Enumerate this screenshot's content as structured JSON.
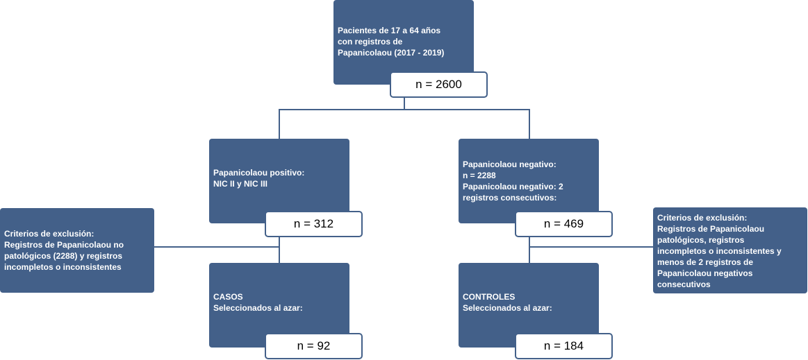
{
  "top": {
    "lines": [
      "Pacientes de 17 a 64 años",
      "con registros de",
      "Papanicolaou (2017 - 2019)"
    ],
    "n": "n = 2600"
  },
  "positive": {
    "lines": [
      "Papanicolaou positivo:",
      "NIC II y NIC III"
    ],
    "n": "n = 312"
  },
  "negative": {
    "lines": [
      "Papanicolaou negativo:",
      "n = 2288",
      "Papanicolaou negativo: 2",
      "registros consecutivos:"
    ],
    "n": "n = 469"
  },
  "exclusion_left": {
    "lines": [
      "Criterios de exclusión:",
      "Registros de Papanicolaou no",
      "patológicos (2288) y registros",
      "incompletos o inconsistentes"
    ]
  },
  "exclusion_right": {
    "lines": [
      "Criterios de exclusión:",
      "Registros de Papanicolaou",
      "patológicos, registros",
      "incompletos o inconsistentes y",
      "menos de 2 registros de",
      "Papanicolaou negativos",
      "consecutivos"
    ]
  },
  "cases": {
    "lines": [
      "CASOS",
      "Seleccionados al azar:"
    ],
    "n": "n = 92"
  },
  "controls": {
    "lines": [
      "CONTROLES",
      "Seleccionados al azar:"
    ],
    "n": "n = 184"
  },
  "colors": {
    "box": "#436089",
    "line": "#436089",
    "text": "#ffffff",
    "count_bg": "#ffffff"
  }
}
